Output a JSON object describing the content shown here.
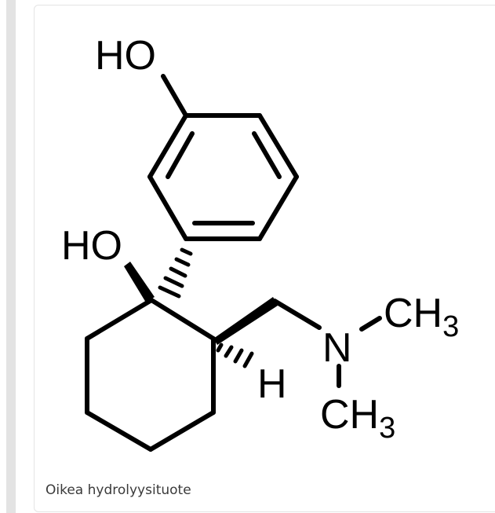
{
  "structure": {
    "labels": {
      "phenol_oh": "HO",
      "tertiary_oh": "HO",
      "methine_h": "H",
      "nitrogen": "N",
      "methyl_top": "CH",
      "methyl_top_sub": "3",
      "methyl_bottom": "CH",
      "methyl_bottom_sub": "3"
    }
  },
  "caption": "Oikea hydrolyysituote"
}
